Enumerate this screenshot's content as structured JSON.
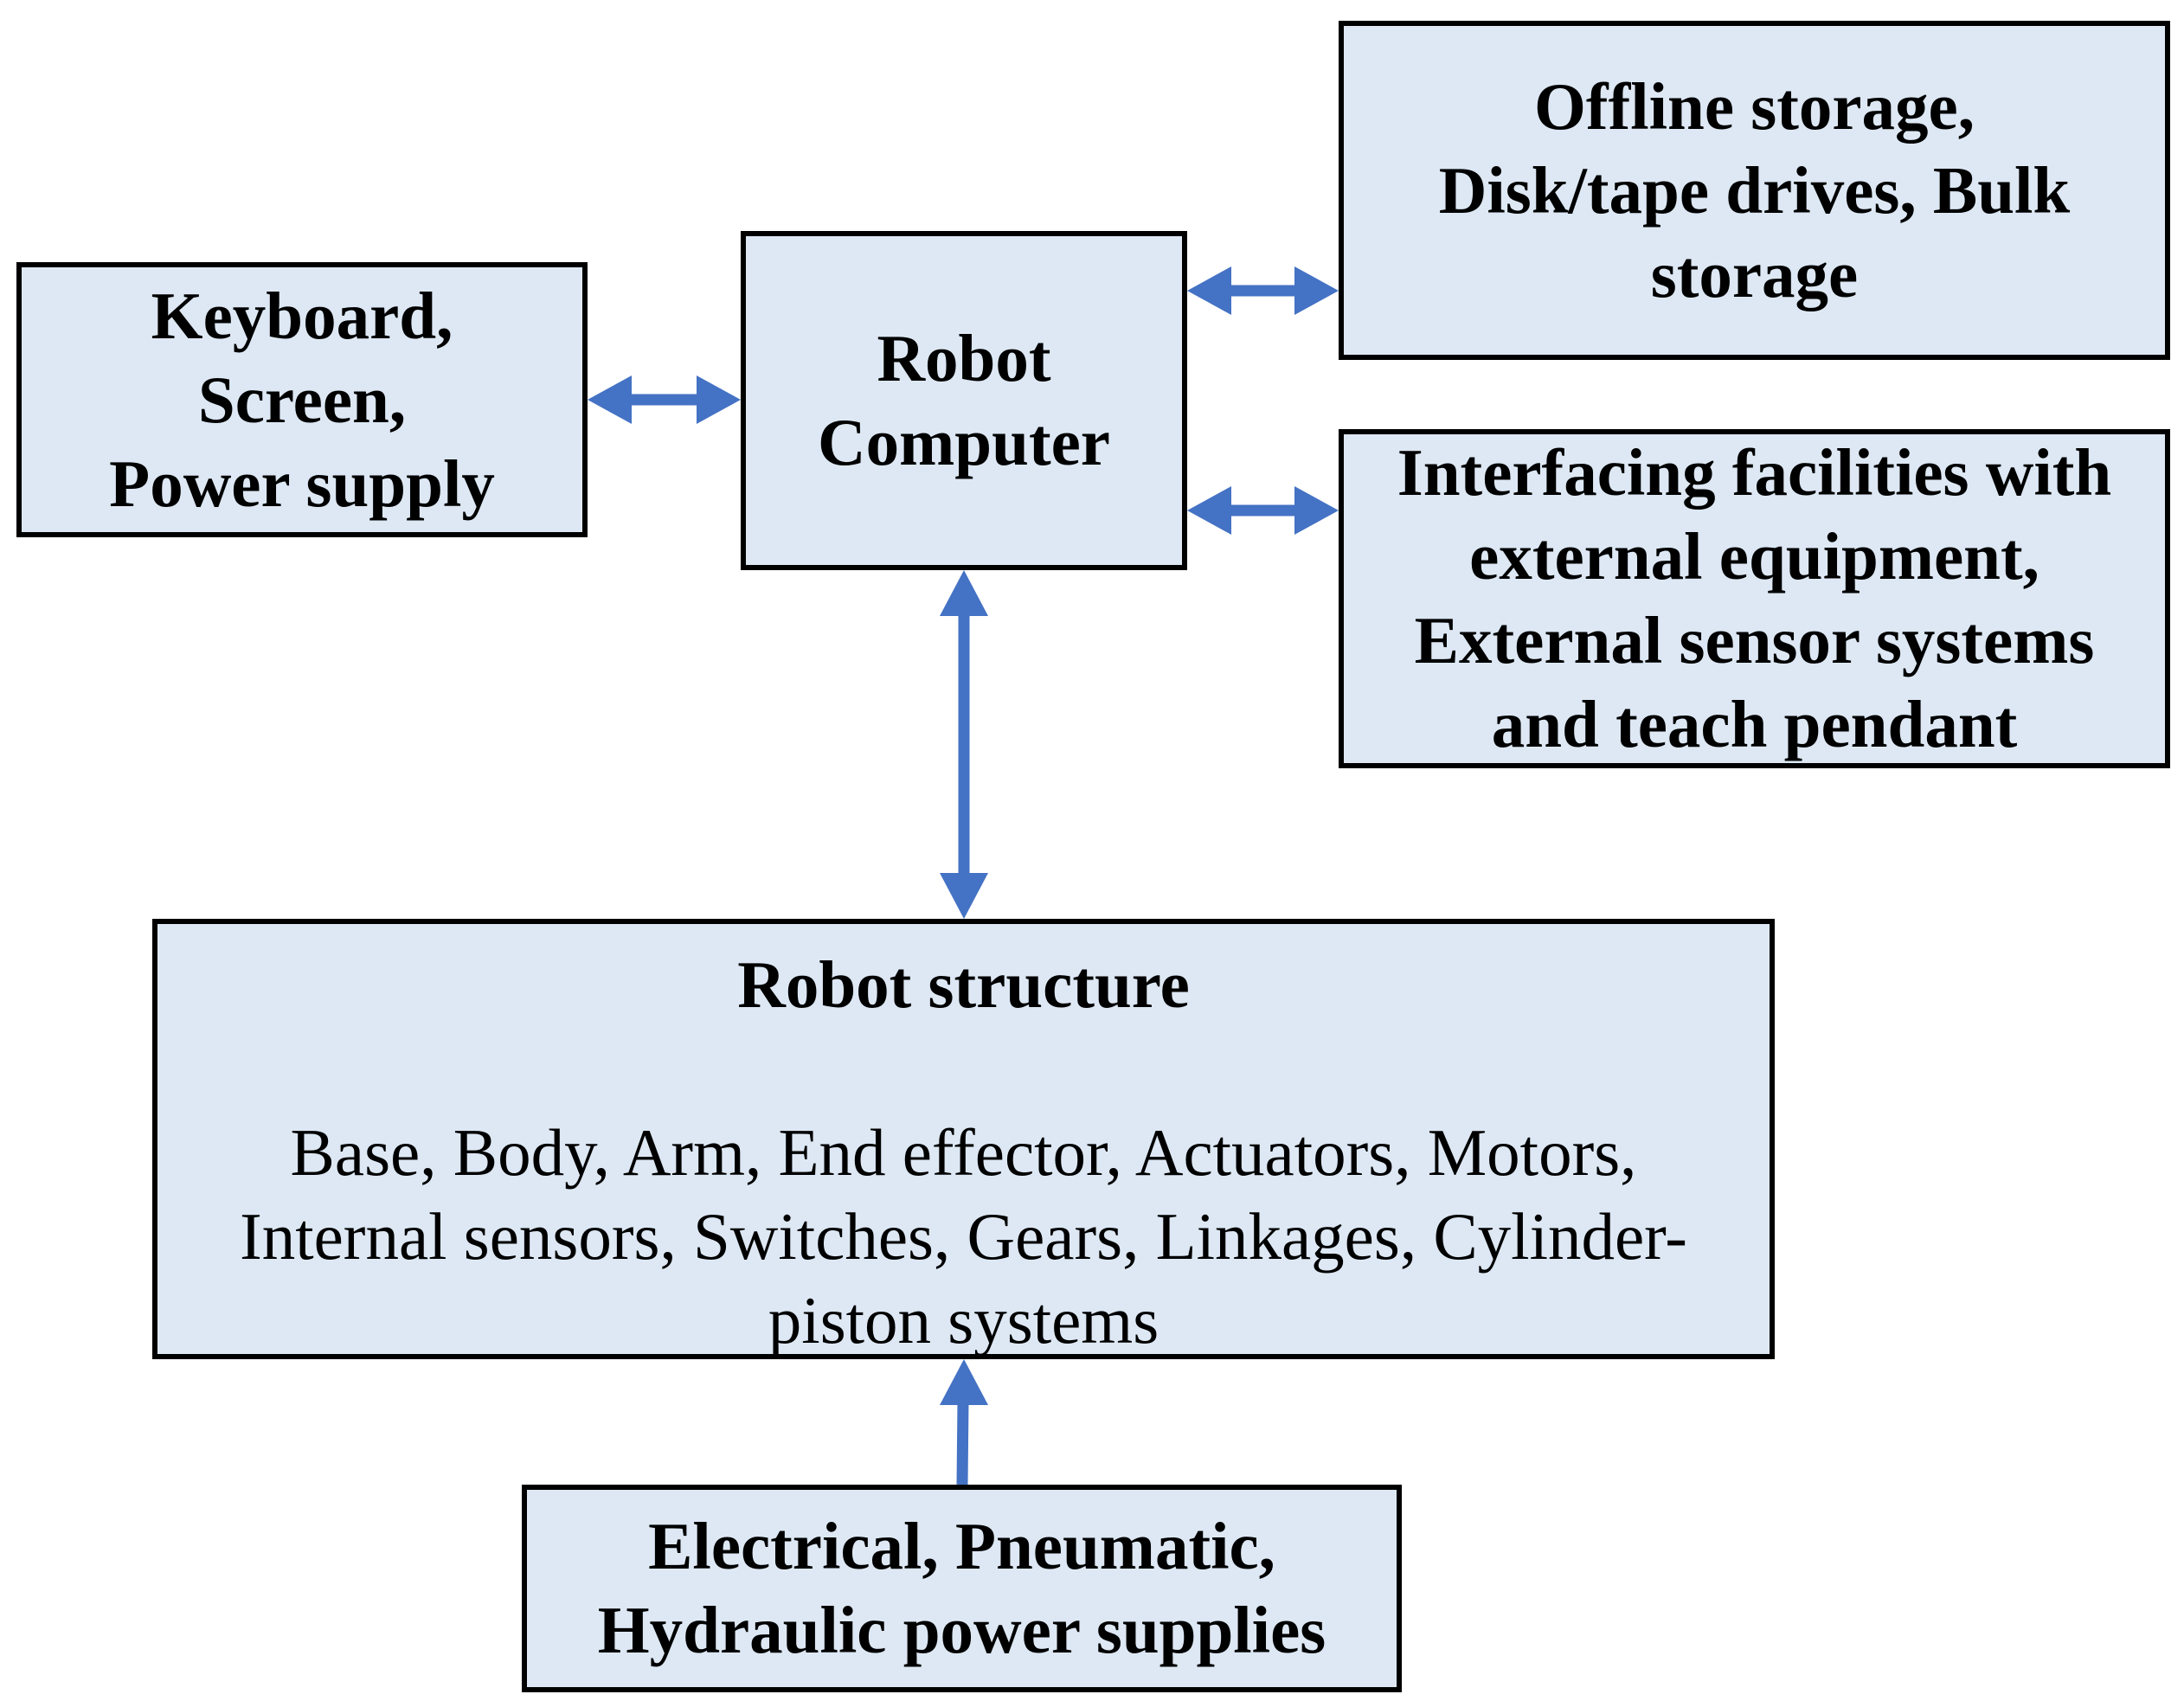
{
  "diagram": {
    "boxes": {
      "keyboard": {
        "lines": [
          "Keyboard,",
          "Screen,",
          "Power supply"
        ]
      },
      "computer": {
        "lines": [
          "Robot",
          "Computer"
        ]
      },
      "offline": {
        "lines": [
          "Offline storage,",
          "Disk/tape drives, Bulk",
          "storage"
        ]
      },
      "interfacing": {
        "lines": [
          "Interfacing facilities with",
          "external equipment,",
          "External sensor systems",
          "and teach pendant"
        ]
      },
      "structure": {
        "title": "Robot structure",
        "lines": [
          "Base, Body, Arm, End effector, Actuators, Motors,",
          "Internal sensors, Switches, Gears, Linkages, Cylinder-",
          "piston systems"
        ]
      },
      "power": {
        "lines": [
          "Electrical, Pneumatic,",
          "Hydraulic power supplies"
        ]
      }
    },
    "arrow_color": "#4472c4",
    "box_fill": "#dde8f4",
    "connections": [
      {
        "from": "keyboard",
        "to": "computer",
        "direction": "both"
      },
      {
        "from": "computer",
        "to": "offline",
        "direction": "both"
      },
      {
        "from": "computer",
        "to": "interfacing",
        "direction": "both"
      },
      {
        "from": "computer",
        "to": "structure",
        "direction": "both"
      },
      {
        "from": "power",
        "to": "structure",
        "direction": "forward"
      }
    ]
  }
}
